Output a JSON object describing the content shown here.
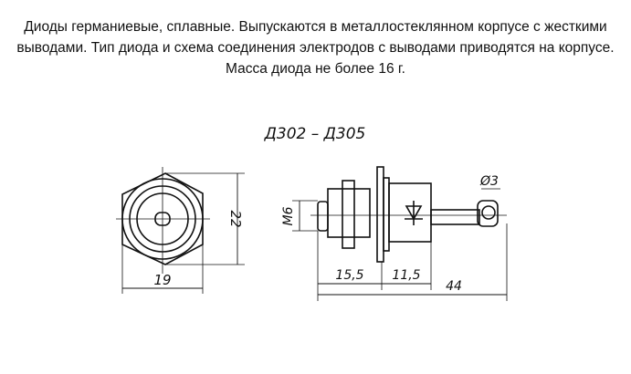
{
  "description": "Диоды германиевые, сплавные. Выпускаются в металлостеклянном корпусе с жесткими выводами. Тип диода и схема соединения электродов с выводами приводятся на корпусе. Масса диода не более 16 г.",
  "drawing": {
    "title": "Д302 – Д305",
    "dims": {
      "width": "19",
      "height": "22",
      "thread": "M6",
      "hole": "Ø3",
      "d1": "15,5",
      "d2": "11,5",
      "total": "44"
    }
  }
}
